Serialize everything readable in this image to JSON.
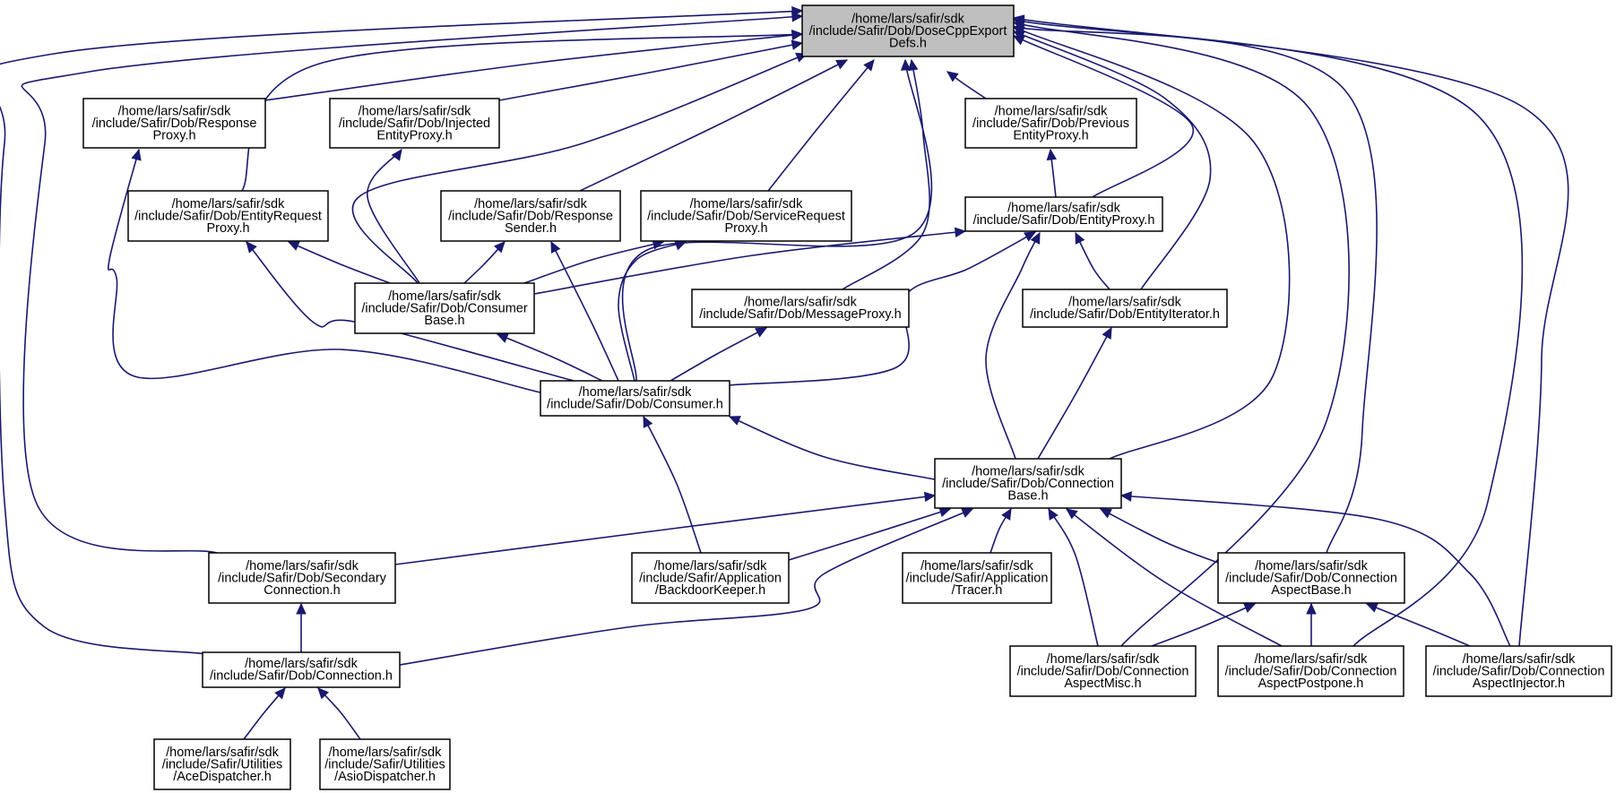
{
  "nodes": [
    {
      "id": "dose",
      "lines": [
        "/home/lars/safir/sdk",
        "/include/Safir/Dob/DoseCppExport",
        "Defs.h"
      ],
      "highlight": true
    },
    {
      "id": "responseProxy",
      "lines": [
        "/home/lars/safir/sdk",
        "/include/Safir/Dob/Response",
        "Proxy.h"
      ]
    },
    {
      "id": "injected",
      "lines": [
        "/home/lars/safir/sdk",
        "/include/Safir/Dob/Injected",
        "EntityProxy.h"
      ]
    },
    {
      "id": "previous",
      "lines": [
        "/home/lars/safir/sdk",
        "/include/Safir/Dob/Previous",
        "EntityProxy.h"
      ]
    },
    {
      "id": "entityRequest",
      "lines": [
        "/home/lars/safir/sdk",
        "/include/Safir/Dob/EntityRequest",
        "Proxy.h"
      ]
    },
    {
      "id": "responseSender",
      "lines": [
        "/home/lars/safir/sdk",
        "/include/Safir/Dob/Response",
        "Sender.h"
      ]
    },
    {
      "id": "serviceRequest",
      "lines": [
        "/home/lars/safir/sdk",
        "/include/Safir/Dob/ServiceRequest",
        "Proxy.h"
      ]
    },
    {
      "id": "entityProxy",
      "lines": [
        "/home/lars/safir/sdk",
        "/include/Safir/Dob/EntityProxy.h"
      ]
    },
    {
      "id": "consumerBase",
      "lines": [
        "/home/lars/safir/sdk",
        "/include/Safir/Dob/Consumer",
        "Base.h"
      ]
    },
    {
      "id": "messageProxy",
      "lines": [
        "/home/lars/safir/sdk",
        "/include/Safir/Dob/MessageProxy.h"
      ]
    },
    {
      "id": "entityIterator",
      "lines": [
        "/home/lars/safir/sdk",
        "/include/Safir/Dob/EntityIterator.h"
      ]
    },
    {
      "id": "consumer",
      "lines": [
        "/home/lars/safir/sdk",
        "/include/Safir/Dob/Consumer.h"
      ]
    },
    {
      "id": "connectionBase",
      "lines": [
        "/home/lars/safir/sdk",
        "/include/Safir/Dob/Connection",
        "Base.h"
      ]
    },
    {
      "id": "secondary",
      "lines": [
        "/home/lars/safir/sdk",
        "/include/Safir/Dob/Secondary",
        "Connection.h"
      ]
    },
    {
      "id": "backdoor",
      "lines": [
        "/home/lars/safir/sdk",
        "/include/Safir/Application",
        "/BackdoorKeeper.h"
      ]
    },
    {
      "id": "tracer",
      "lines": [
        "/home/lars/safir/sdk",
        "/include/Safir/Application",
        "/Tracer.h"
      ]
    },
    {
      "id": "aspectBase",
      "lines": [
        "/home/lars/safir/sdk",
        "/include/Safir/Dob/Connection",
        "AspectBase.h"
      ]
    },
    {
      "id": "connection",
      "lines": [
        "/home/lars/safir/sdk",
        "/include/Safir/Dob/Connection.h"
      ]
    },
    {
      "id": "aspectMisc",
      "lines": [
        "/home/lars/safir/sdk",
        "/include/Safir/Dob/Connection",
        "AspectMisc.h"
      ]
    },
    {
      "id": "aspectPostpone",
      "lines": [
        "/home/lars/safir/sdk",
        "/include/Safir/Dob/Connection",
        "AspectPostpone.h"
      ]
    },
    {
      "id": "aspectInjector",
      "lines": [
        "/home/lars/safir/sdk",
        "/include/Safir/Dob/Connection",
        "AspectInjector.h"
      ]
    },
    {
      "id": "ace",
      "lines": [
        "/home/lars/safir/sdk",
        "/include/Safir/Utilities",
        "/AceDispatcher.h"
      ]
    },
    {
      "id": "asio",
      "lines": [
        "/home/lars/safir/sdk",
        "/include/Safir/Utilities",
        "/AsioDispatcher.h"
      ]
    }
  ],
  "edges": [
    {
      "from": "responseProxy",
      "to": "dose"
    },
    {
      "from": "injected",
      "to": "dose"
    },
    {
      "from": "previous",
      "to": "dose"
    },
    {
      "from": "entityRequest",
      "to": "dose"
    },
    {
      "from": "responseSender",
      "to": "dose"
    },
    {
      "from": "serviceRequest",
      "to": "dose"
    },
    {
      "from": "entityProxy",
      "to": "dose"
    },
    {
      "from": "consumerBase",
      "to": "dose"
    },
    {
      "from": "messageProxy",
      "to": "dose"
    },
    {
      "from": "entityIterator",
      "to": "dose"
    },
    {
      "from": "consumer",
      "to": "dose"
    },
    {
      "from": "connectionBase",
      "to": "dose"
    },
    {
      "from": "secondary",
      "to": "dose"
    },
    {
      "from": "connection",
      "to": "dose"
    },
    {
      "from": "aspectBase",
      "to": "dose"
    },
    {
      "from": "aspectMisc",
      "to": "dose"
    },
    {
      "from": "aspectPostpone",
      "to": "dose"
    },
    {
      "from": "aspectInjector",
      "to": "dose"
    },
    {
      "from": "entityProxy",
      "to": "previous"
    },
    {
      "from": "consumerBase",
      "to": "entityRequest"
    },
    {
      "from": "consumerBase",
      "to": "injected"
    },
    {
      "from": "consumerBase",
      "to": "responseSender"
    },
    {
      "from": "consumerBase",
      "to": "serviceRequest"
    },
    {
      "from": "consumerBase",
      "to": "entityProxy"
    },
    {
      "from": "consumer",
      "to": "responseProxy"
    },
    {
      "from": "consumer",
      "to": "entityRequest"
    },
    {
      "from": "consumer",
      "to": "responseSender"
    },
    {
      "from": "consumer",
      "to": "serviceRequest"
    },
    {
      "from": "consumer",
      "to": "consumerBase"
    },
    {
      "from": "consumer",
      "to": "messageProxy"
    },
    {
      "from": "consumer",
      "to": "entityProxy"
    },
    {
      "from": "entityIterator",
      "to": "entityProxy"
    },
    {
      "from": "connectionBase",
      "to": "entityProxy"
    },
    {
      "from": "connectionBase",
      "to": "entityIterator"
    },
    {
      "from": "connectionBase",
      "to": "consumer"
    },
    {
      "from": "backdoor",
      "to": "consumer"
    },
    {
      "from": "backdoor",
      "to": "connectionBase"
    },
    {
      "from": "secondary",
      "to": "connectionBase"
    },
    {
      "from": "tracer",
      "to": "connectionBase"
    },
    {
      "from": "aspectBase",
      "to": "connectionBase"
    },
    {
      "from": "connection",
      "to": "connectionBase"
    },
    {
      "from": "aspectMisc",
      "to": "connectionBase"
    },
    {
      "from": "aspectPostpone",
      "to": "connectionBase"
    },
    {
      "from": "aspectInjector",
      "to": "connectionBase"
    },
    {
      "from": "connection",
      "to": "secondary"
    },
    {
      "from": "aspectMisc",
      "to": "aspectBase"
    },
    {
      "from": "aspectPostpone",
      "to": "aspectBase"
    },
    {
      "from": "aspectInjector",
      "to": "aspectBase"
    },
    {
      "from": "ace",
      "to": "connection"
    },
    {
      "from": "asio",
      "to": "connection"
    }
  ]
}
